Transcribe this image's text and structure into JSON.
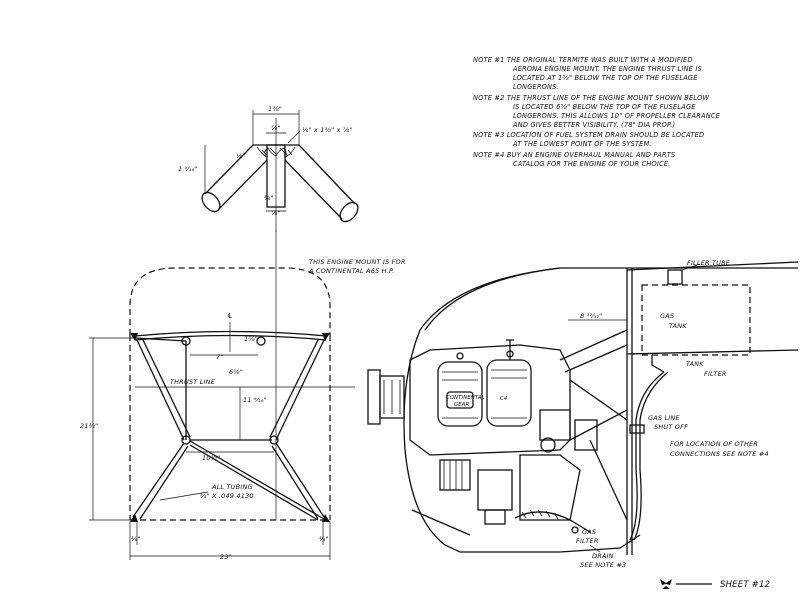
{
  "notes": [
    {
      "line1": "NOTE #1   THE ORIGINAL TERMITE WAS BUILT WITH A MODIFIED",
      "line2": "AERONA ENGINE MOUNT. THE ENGINE THRUST LINE IS",
      "line3": "LOCATED AT 1⅝\" BELOW THE TOP OF THE FUSELAGE",
      "line4": "LONGERONS."
    },
    {
      "line1": "NOTE #2   THE THRUST LINE OF THE ENGINE MOUNT SHOWN BELOW",
      "line2": "IS LOCATED 6⅝\" BELOW THE TOP OF THE FUSELAGE",
      "line3": "LONGERONS. THIS ALLOWS 10\" OF PROPELLER CLEARANCE",
      "line4": "AND GIVES BETTER VISIBILITY. (78\" DIA PROP.)"
    },
    {
      "line1": "NOTE #3   LOCATION OF FUEL SYSTEM DRAIN SHOULD BE LOCATED",
      "line2": "AT THE LOWEST POINT OF THE SYSTEM."
    },
    {
      "line1": "NOTE #4   BUY AN ENGINE OVERHAUL MANUAL AND PARTS",
      "line2": "CATALOG FOR THE ENGINE OF YOUR CHOICE."
    }
  ],
  "detail_view": {
    "dim_top": "1⅜\"",
    "dim_inner": "⅞\"",
    "dim_gusset": "⅛\" x 1⅜\" x ⅞\"",
    "dim_side": "1 ⁵⁄₁₆\"",
    "dim_eighth": "⅛\"",
    "dim_lower": "⅜\"",
    "dim_bottom": "⅞\""
  },
  "mount_caption": {
    "line1": "THIS ENGINE MOUNT IS FOR",
    "line2": "A CONTINENTAL A65 H.P."
  },
  "front_view": {
    "centerline": "℄",
    "dim_1_5_8": "1⅝\"",
    "dim_7": "7\"",
    "dim_6_5_8": "6⅝\"",
    "thrust_line": "THRUST LINE",
    "dim_11_9_16": "11 ⁹⁄₁₆\"",
    "dim_21_half": "21½\"",
    "dim_10_half": "10½\"",
    "tubing_line1": "ALL TUBING",
    "tubing_line2": "¾\" X .049  4130",
    "dim_left_small": "⅜\"",
    "dim_right_small": "⅜\"",
    "dim_23": "23\""
  },
  "side_view": {
    "filler_tube": "FILLER TUBE",
    "gas_tank_1": "GAS",
    "gas_tank_2": "TANK",
    "dim_8": "8 ³²⁄₃₂\"",
    "tank_filter_1": "TANK",
    "tank_filter_2": "FILTER",
    "gas_line_1": "GAS LINE",
    "gas_line_2": "SHUT OFF",
    "connections_1": "FOR LOCATION OF OTHER",
    "connections_2": "CONNECTIONS  SEE NOTE #4",
    "gas_filter_1": "GAS",
    "gas_filter_2": "FILTER",
    "drain": "DRAIN",
    "see_note": "SEE NOTE #3",
    "engine_name_1": "CONTINENTAL",
    "engine_name_2": "GEAR",
    "engine_name_3": "C4"
  },
  "sheet": {
    "label": "SHEET #12"
  }
}
